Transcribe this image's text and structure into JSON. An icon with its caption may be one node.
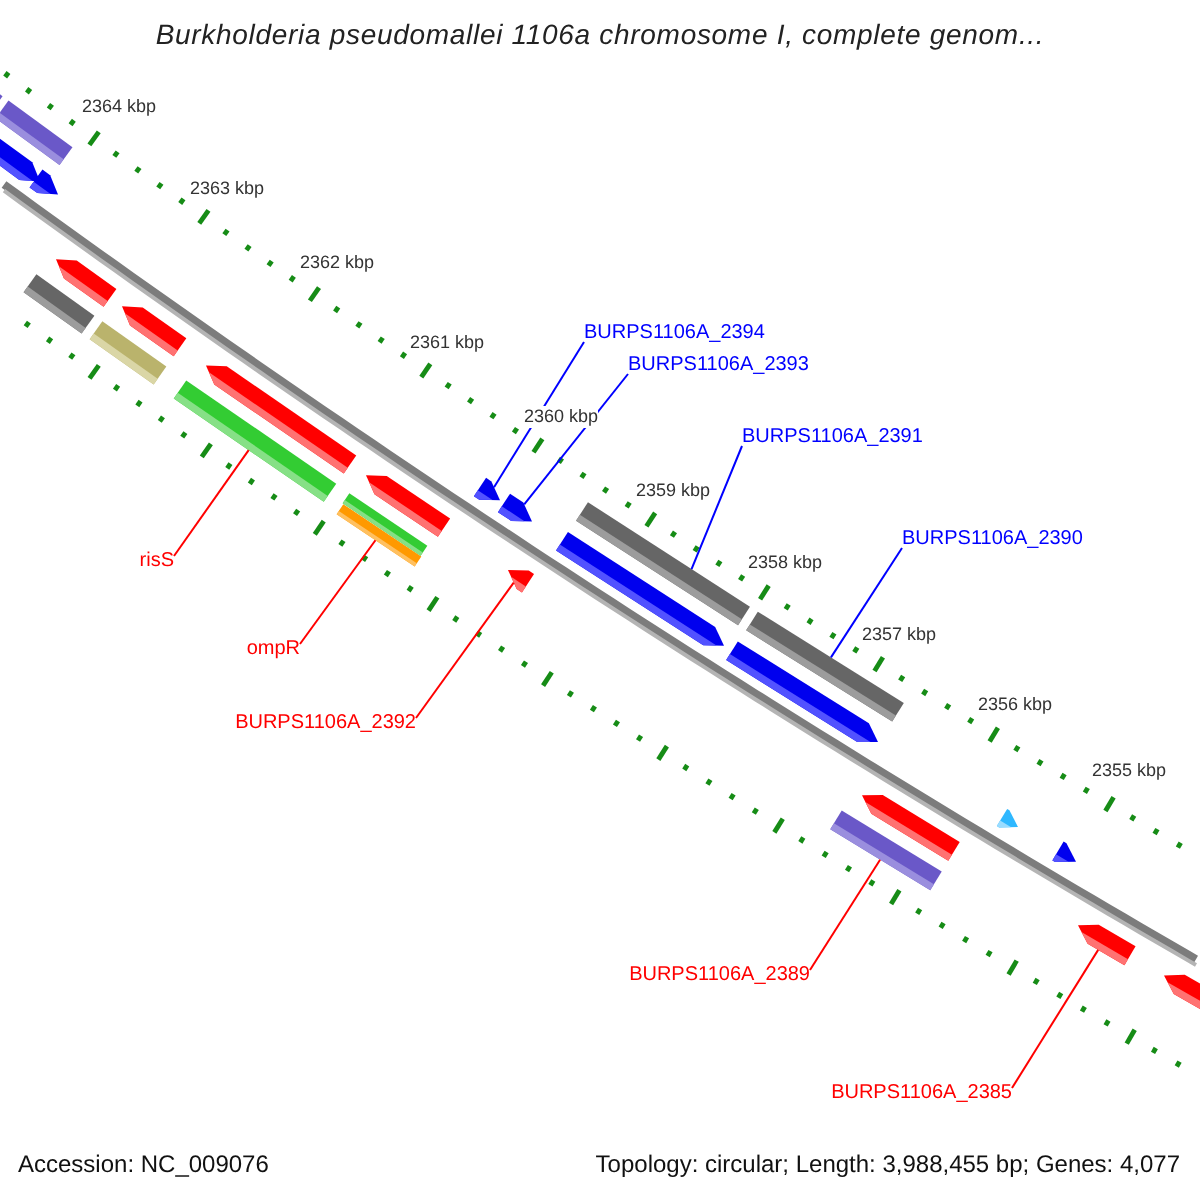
{
  "diagram": {
    "title": "Burkholderia pseudomallei 1106a chromosome I, complete genom...",
    "nodes": [
      {
        "text": [],
        "shape": "bar"
      },
      {
        "text": [],
        "shape": "pentagon"
      },
      {
        "text": [],
        "shape": "bar"
      },
      {
        "text": [],
        "shape": "bar"
      },
      {
        "text": [],
        "shape": "pentagon"
      },
      {
        "text": [],
        "shape": "pentagon"
      },
      {
        "text": [],
        "shape": "bar"
      },
      {
        "text": [],
        "shape": "pentagon"
      },
      {
        "text": [],
        "shape": "bar"
      },
      {
        "text": [],
        "shape": "pentagon"
      },
      {
        "text": [],
        "shape": "bar"
      },
      {
        "text": [],
        "shape": "bar"
      },
      {
        "text": [],
        "shape": "pentagon"
      },
      {
        "text": [],
        "shape": "pentagon"
      },
      {
        "text": [],
        "shape": "pentagon"
      },
      {
        "text": [],
        "shape": "pentagon"
      },
      {
        "text": [],
        "shape": "pentagon"
      },
      {
        "text": [],
        "shape": "bar"
      },
      {
        "text": [],
        "shape": "pentagon"
      },
      {
        "text": [],
        "shape": "bar"
      },
      {
        "text": [],
        "shape": "bar"
      },
      {
        "text": [],
        "shape": "pentagon"
      },
      {
        "text": [],
        "shape": "pentagon"
      },
      {
        "text": [],
        "shape": "pentagon"
      },
      {
        "text": [],
        "shape": "pentagon"
      },
      {
        "text": [],
        "shape": "pentagon"
      },
      {
        "text": [
          "BURPS1106A_2394"
        ]
      },
      {
        "text": [
          "BURPS1106A_2393"
        ]
      },
      {
        "text": [
          "BURPS1106A_2391"
        ]
      },
      {
        "text": [
          "BURPS1106A_2390"
        ]
      },
      {
        "text": [
          "risS"
        ]
      },
      {
        "text": [
          "ompR"
        ]
      },
      {
        "text": [
          "BURPS1106A_2392"
        ]
      },
      {
        "text": [
          "BURPS1106A_2389"
        ]
      },
      {
        "text": [
          "BURPS1106A_2385"
        ]
      }
    ],
    "edges": [
      {
        "from": 26,
        "to": 13,
        "arrow": "none",
        "color": "#0000ff"
      },
      {
        "from": 27,
        "to": 14,
        "arrow": "none",
        "color": "#0000ff"
      },
      {
        "from": 28,
        "to": 17,
        "arrow": "none",
        "color": "#0000ff"
      },
      {
        "from": 29,
        "to": 19,
        "arrow": "none",
        "color": "#0000ff"
      },
      {
        "from": 30,
        "to": 8,
        "arrow": "none"
      },
      {
        "from": 31,
        "to": 10,
        "arrow": "none"
      },
      {
        "from": 32,
        "to": 15,
        "arrow": "none"
      },
      {
        "from": 33,
        "to": 20,
        "arrow": "none"
      },
      {
        "from": 34,
        "to": 24,
        "arrow": "none"
      }
    ],
    "labels": [
      "2364 kbp",
      "2363 kbp",
      "2362 kbp",
      "2361 kbp",
      "2360 kbp",
      "2359 kbp",
      "2358 kbp",
      "2357 kbp",
      "2356 kbp",
      "2355 kbp",
      "Accession: NC_009076",
      "Topology: circular; Length: 3,988,455 bp; Genes: 4,077"
    ]
  }
}
